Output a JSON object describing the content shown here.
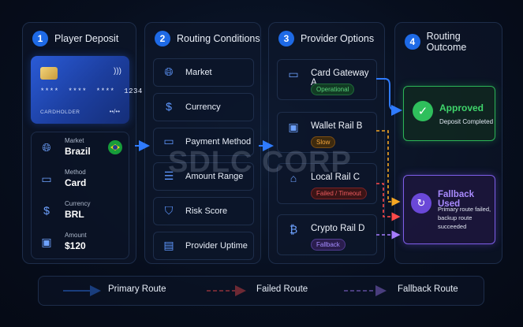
{
  "columns": [
    {
      "num": "1",
      "title": "Player Deposit"
    },
    {
      "num": "2",
      "title": "Routing Conditions"
    },
    {
      "num": "3",
      "title": "Provider Options"
    },
    {
      "num": "4",
      "title": "Routing Outcome"
    }
  ],
  "card": {
    "number": "****  ****  ****  1234",
    "holder": "CARDHOLDER",
    "expiry": "••/••"
  },
  "deposit": [
    {
      "label": "Market",
      "value": "Brazil",
      "icon": "globe-icon"
    },
    {
      "label": "Method",
      "value": "Card",
      "icon": "card-icon"
    },
    {
      "label": "Currency",
      "value": "BRL",
      "icon": "dollar-icon"
    },
    {
      "label": "Amount",
      "value": "$120",
      "icon": "wallet-icon"
    }
  ],
  "conditions": [
    {
      "label": "Market",
      "icon": "globe-icon"
    },
    {
      "label": "Currency",
      "icon": "dollar-icon"
    },
    {
      "label": "Payment Method",
      "icon": "card-icon"
    },
    {
      "label": "Amount Range",
      "icon": "sliders-icon"
    },
    {
      "label": "Risk Score",
      "icon": "shield-icon"
    },
    {
      "label": "Provider Uptime",
      "icon": "server-icon"
    }
  ],
  "providers": [
    {
      "label": "Card Gateway A",
      "status": "Operational",
      "icon": "card-icon"
    },
    {
      "label": "Wallet Rail B",
      "status": "Slow",
      "icon": "wallet-icon"
    },
    {
      "label": "Local Rail C",
      "status": "Failed / Timeout",
      "icon": "bank-icon"
    },
    {
      "label": "Crypto Rail D",
      "status": "Fallback",
      "icon": "bitcoin-icon"
    }
  ],
  "outcome": {
    "approved_title": "Approved",
    "approved_sub": "Deposit Completed",
    "fallback_title": "Fallback Used",
    "fallback_sub": "Primary route failed, backup route succeeded"
  },
  "watermark": "SDLC CORP",
  "legend": {
    "primary": "Primary Route",
    "failed": "Failed Route",
    "fallback": "Fallback Route"
  },
  "colors": {
    "primary": "#2f7bff",
    "failed": "#ff4a4a",
    "fallback": "#a57cff",
    "slow": "#f5a623",
    "approved": "#2fbf5c"
  }
}
